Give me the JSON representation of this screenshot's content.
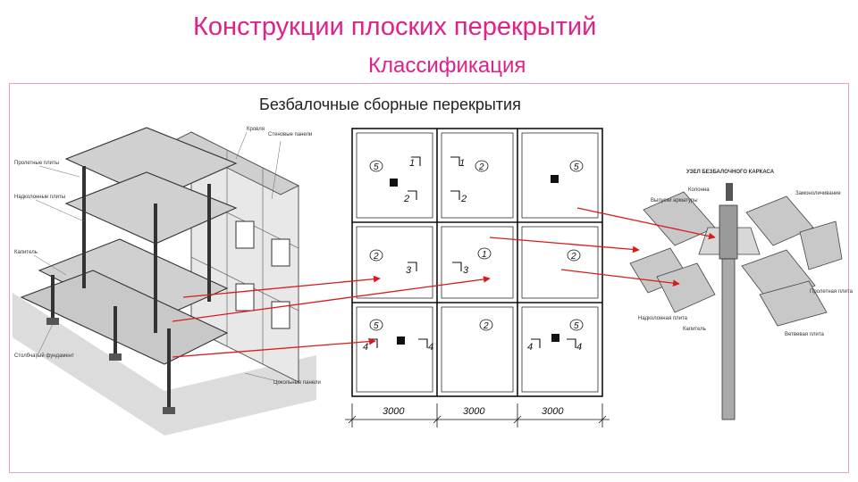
{
  "header": {
    "title": "Конструкции плоских перекрытий",
    "subtitle": "Классификация"
  },
  "caption": "Безбалочные сборные перекрытия",
  "building": {
    "labels": [
      "Кровля",
      "Стеновые панели",
      "Пролетные плиты",
      "Надколонные плиты",
      "Капитель",
      "Столбчатый фундамент",
      "Цокольные панели"
    ]
  },
  "plan": {
    "dimensions": [
      "3000",
      "3000",
      "3000"
    ],
    "panel_numbers": [
      "5",
      "2",
      "5",
      "2",
      "1",
      "2",
      "5",
      "2",
      "5"
    ],
    "section_marks": [
      "1",
      "1",
      "2",
      "2",
      "3",
      "3",
      "4",
      "4",
      "4",
      "4"
    ]
  },
  "node": {
    "title": "УЗЕЛ БЕЗБАЛОЧНОГО КАРКАСА",
    "labels": [
      "Колонна",
      "Выпуски арматуры",
      "Надколонная плита",
      "Капитель",
      "Пролетная плита",
      "Замоноличивание",
      "Ветвевая плита"
    ]
  },
  "colors": {
    "accent": "#e0218a",
    "arrows": "#d81b1b",
    "frame": "#e8a0c4"
  }
}
